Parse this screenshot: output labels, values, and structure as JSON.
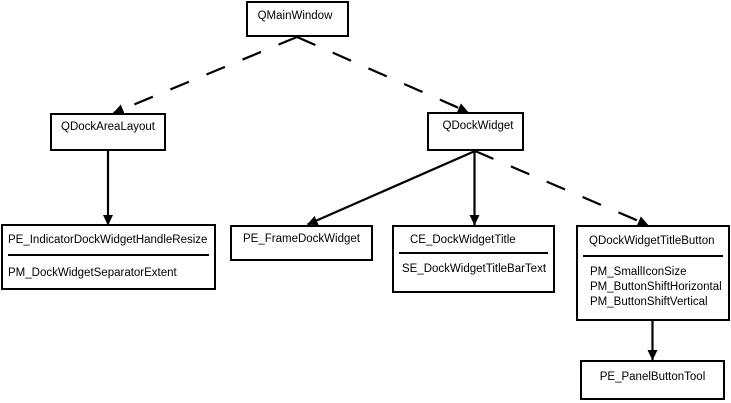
{
  "diagram": {
    "description": "Tree diagram of Qt dock widget styling relationships",
    "colors": {
      "background": "#ffffff",
      "box_fill": "#ffffff",
      "box_border": "#000000",
      "line": "#000000",
      "text": "#000000"
    },
    "nodes": {
      "qmainwindow": {
        "label": "QMainWindow"
      },
      "qdockarealayout": {
        "label": "QDockAreaLayout"
      },
      "qdockwidget": {
        "label": "QDockWidget"
      },
      "dock_separator": {
        "primitive": "PE_IndicatorDockWidgetHandleResize",
        "metric": "PM_DockWidgetSeparatorExtent"
      },
      "frame": {
        "label": "PE_FrameDockWidget"
      },
      "title_bar": {
        "element": "CE_DockWidgetTitle",
        "subelement": "SE_DockWidgetTitleBarText"
      },
      "title_button": {
        "label": "QDockWidgetTitleButton",
        "members": [
          "PM_SmallIconSize",
          "PM_ButtonShiftHorizontal",
          "PM_ButtonShiftVertical"
        ]
      },
      "panel_button": {
        "label": "PE_PanelButtonTool"
      }
    },
    "edges": [
      {
        "from": "qmainwindow",
        "to": "qdockarealayout",
        "style": "dashed"
      },
      {
        "from": "qmainwindow",
        "to": "qdockwidget",
        "style": "dashed"
      },
      {
        "from": "qdockarealayout",
        "to": "dock_separator",
        "style": "solid"
      },
      {
        "from": "qdockwidget",
        "to": "frame",
        "style": "solid"
      },
      {
        "from": "qdockwidget",
        "to": "title_bar",
        "style": "solid"
      },
      {
        "from": "qdockwidget",
        "to": "title_button",
        "style": "dashed"
      },
      {
        "from": "title_button",
        "to": "panel_button",
        "style": "solid"
      }
    ]
  }
}
